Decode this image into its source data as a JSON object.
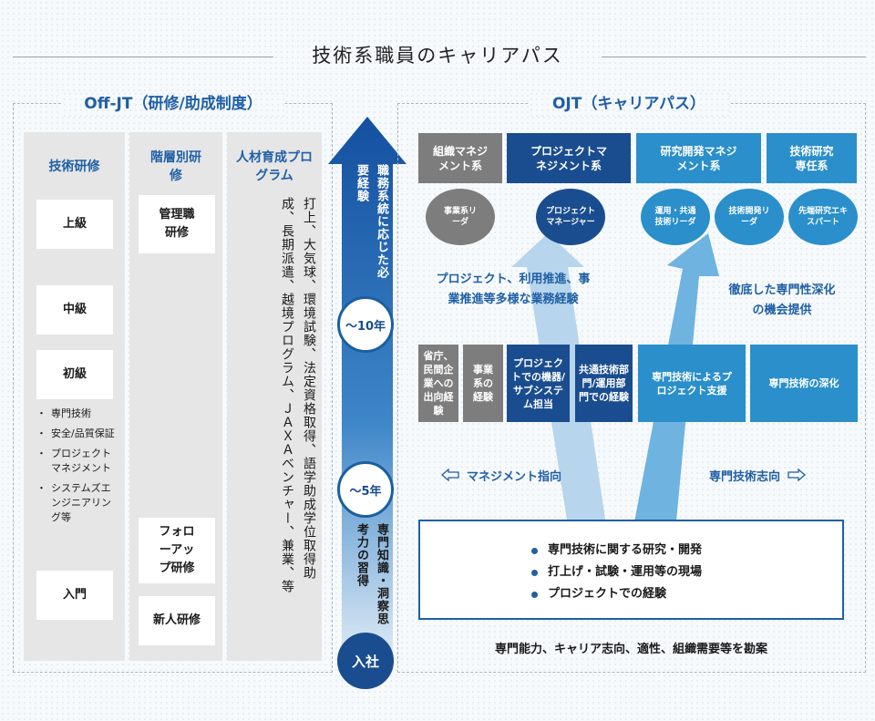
{
  "title": "技術系職員のキャリアパス",
  "offjt": {
    "heading": "Off-JT（研修/助成制度）",
    "col1": {
      "head": "技術研修",
      "levels": [
        "上級",
        "中級",
        "初級"
      ],
      "bullets": [
        "専門技術",
        "安全/品質保証",
        "プロジェクトマネジメント",
        "システムズエンジニアリング等"
      ],
      "entry": "入門"
    },
    "col2": {
      "head": "階層別研修",
      "top": "管理職研修",
      "mid": "フォローアップ研修",
      "entry": "新人研修"
    },
    "col3": {
      "head": "人材育成プログラム",
      "text": "打上、大気球、環境試験、法定資格取得、語学助成学位取得助成、長期派遣、越境プログラム、ＪＡＸＡベンチャー、兼業、等"
    }
  },
  "timeline": {
    "upper_text": "職務系統に応じた必要経験",
    "lower_text": "専門知識・洞察思考力の習得",
    "m10": "〜10年",
    "m5": "〜5年",
    "entry": "入社"
  },
  "ojt": {
    "heading": "OJT（キャリアパス）",
    "top_boxes": [
      {
        "label": "組織マネジメント系",
        "color": "#7d7d7d"
      },
      {
        "label": "プロジェクトマネジメント系",
        "color": "#1a4d8f"
      },
      {
        "label": "研究開発マネジメント系",
        "color": "#2a8fca"
      },
      {
        "label": "技術研究専任系",
        "color": "#2a8fca"
      }
    ],
    "roles": [
      {
        "label": "事業系リーダ",
        "color": "#7d7d7d"
      },
      {
        "label": "プロジェクトマネージャー",
        "color": "#1a4d8f"
      },
      {
        "label": "運用・共通技術リーダ",
        "color": "#2a8fca"
      },
      {
        "label": "技術開発リーダ",
        "color": "#2a8fca"
      },
      {
        "label": "先端研究エキスパート",
        "color": "#2a8fca"
      }
    ],
    "left_desc": "プロジェクト、利用推進、事業推進等多様な業務経験",
    "right_desc": "徹底した専門性深化の機会提供",
    "experiences": [
      {
        "label": "省庁、民間企業への出向経験",
        "color": "#7d7d7d"
      },
      {
        "label": "事業系の経験",
        "color": "#7d7d7d"
      },
      {
        "label": "プロジェクトでの機器/サブシステム担当",
        "color": "#1a4d8f"
      },
      {
        "label": "共通技術部門/運用部門での経験",
        "color": "#1a4d8f"
      },
      {
        "label": "専門技術によるプロジェクト支援",
        "color": "#2a8fca"
      },
      {
        "label": "専門技術の深化",
        "color": "#2a8fca"
      }
    ],
    "mgmt_dir": "マネジメント指向",
    "tech_dir": "専門技術志向",
    "foundation": [
      "専門技術に関する研究・開発",
      "打上げ・試験・運用等の現場",
      "プロジェクトでの経験"
    ],
    "footer": "専門能力、キャリア志向、適性、組織需要等を勘案"
  }
}
